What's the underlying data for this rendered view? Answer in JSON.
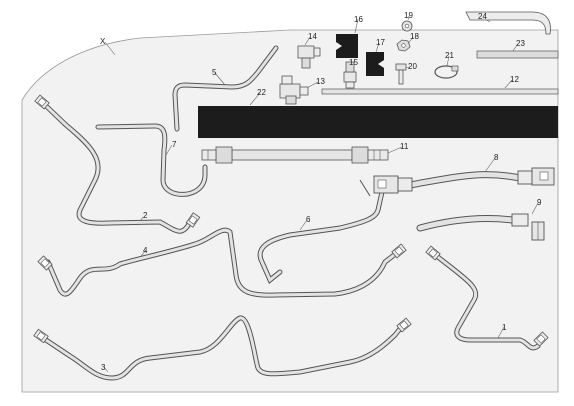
{
  "labels": {
    "x": "X",
    "p1": "1",
    "p2": "2",
    "p3": "3",
    "p4": "4",
    "p5": "5",
    "p6": "6",
    "p7": "7",
    "p8": "8",
    "p9": "9",
    "p11": "11",
    "p12": "12",
    "p13": "13",
    "p14": "14",
    "p15": "15",
    "p16": "16",
    "p17": "17",
    "p18": "18",
    "p19": "19",
    "p20": "20",
    "p21": "21",
    "p22": "22",
    "p23": "23",
    "p24": "24"
  },
  "colors": {
    "panel": "#f2f2f2",
    "line": "#555555",
    "tube_fill": "#d9d9d9",
    "insulation": "#1c1c1c",
    "text": "#222222"
  }
}
